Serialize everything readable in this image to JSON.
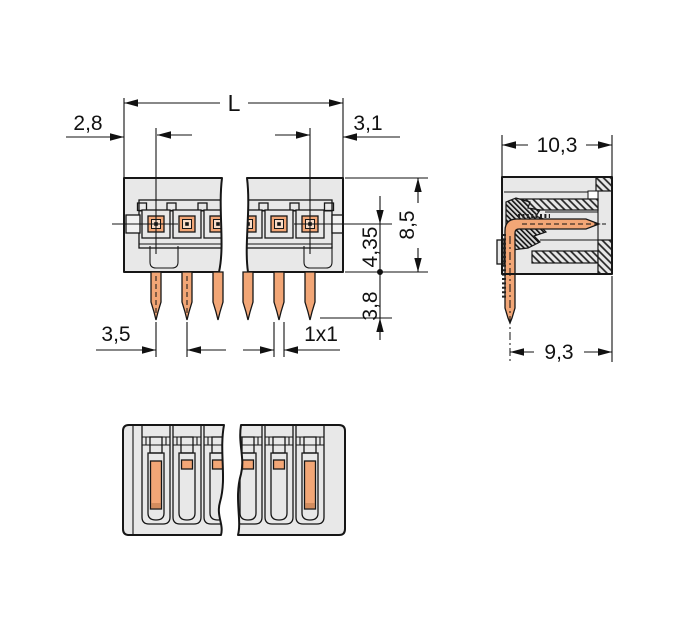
{
  "front_view": {
    "dims": {
      "overall_length": "L",
      "left_edge_to_pin_center": "2,8",
      "pin_center_to_right_edge": "3,1",
      "body_height": "8,5",
      "pin_center_to_body_bottom": "4,35",
      "pin_protrusion": "3,8",
      "pin_pitch": "3,5",
      "pin_cross_section": "1x1"
    }
  },
  "side_view": {
    "dims": {
      "overall_depth": "10,3",
      "pin_center_to_back": "9,3"
    }
  },
  "colors": {
    "body_fill": "#e8e8e8",
    "copper": "#f2a676",
    "copper_light": "#f8dcc8",
    "copper_dark": "#d28c5e",
    "outline": "#161616",
    "background": "#ffffff"
  }
}
